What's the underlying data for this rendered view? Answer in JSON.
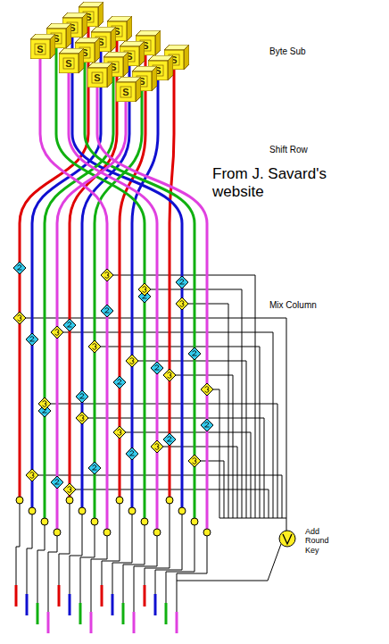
{
  "diagram": {
    "nodes": [
      {
        "text": [
          "S"
        ]
      },
      {
        "text": [
          "S"
        ]
      },
      {
        "text": [
          "S"
        ]
      },
      {
        "text": [
          "S"
        ]
      },
      {
        "text": [
          "S"
        ]
      },
      {
        "text": [
          "S"
        ]
      },
      {
        "text": [
          "S"
        ]
      },
      {
        "text": [
          "S"
        ]
      },
      {
        "text": [
          "S"
        ]
      },
      {
        "text": [
          "S"
        ]
      },
      {
        "text": [
          "S"
        ]
      },
      {
        "text": [
          "S"
        ]
      },
      {
        "text": [
          "S"
        ]
      },
      {
        "text": [
          "S"
        ]
      },
      {
        "text": [
          "S"
        ]
      },
      {
        "text": [
          "S"
        ]
      }
    ],
    "labels": [
      "Byte Sub",
      "Shift Row",
      "From J. Savard's website",
      "Mix Column",
      "Add Round Key"
    ]
  }
}
